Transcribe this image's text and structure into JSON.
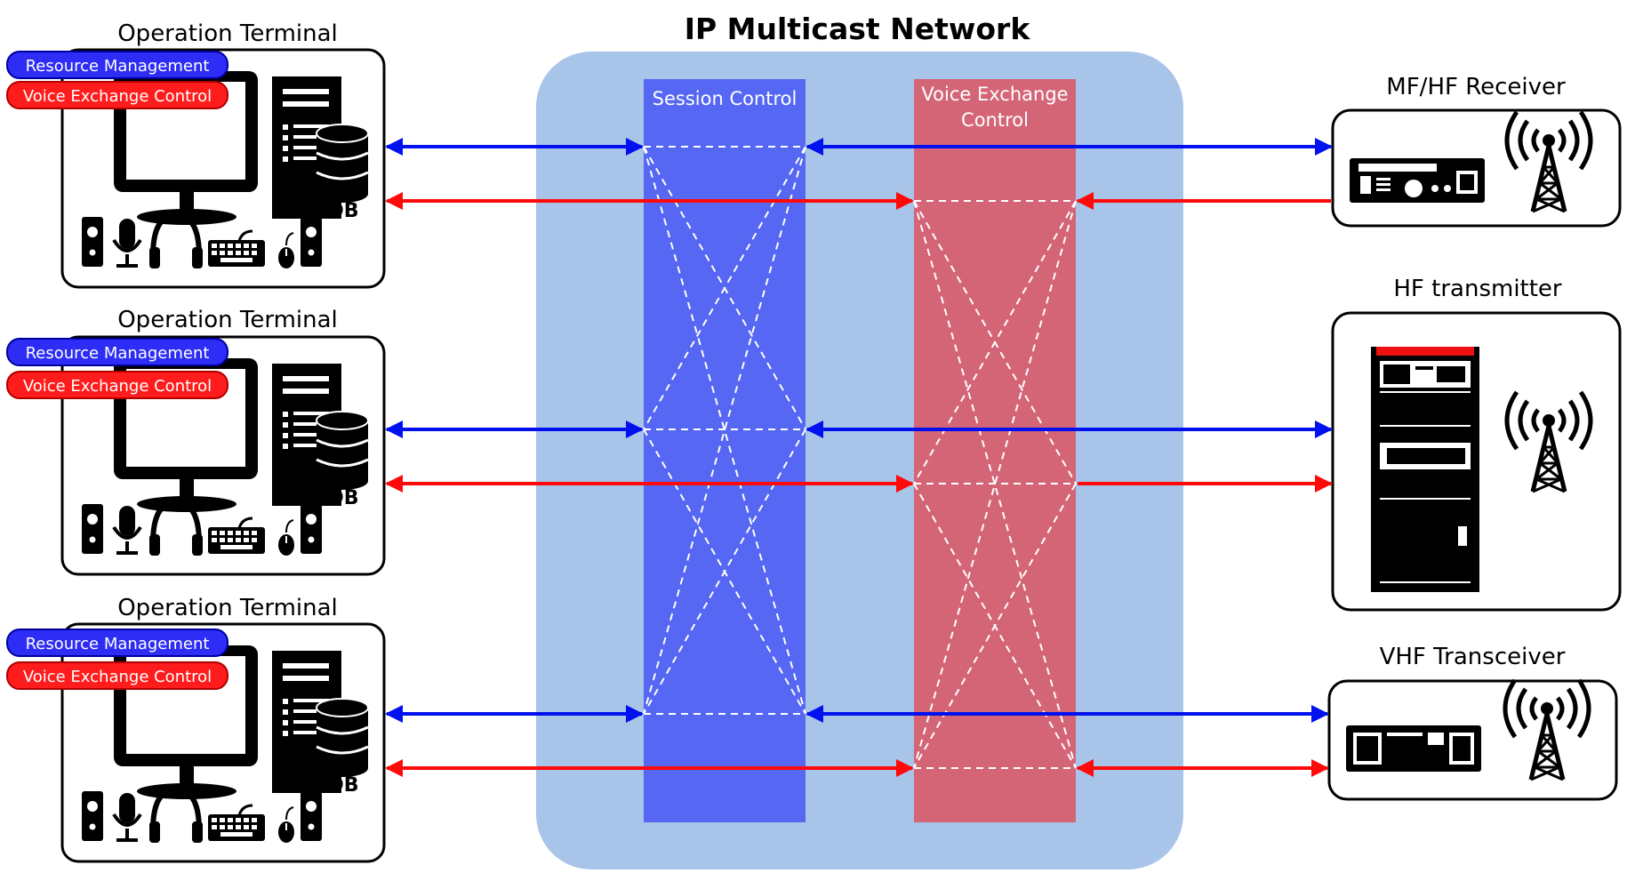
{
  "network": {
    "title": "IP Multicast Network",
    "session_label": "Session Control",
    "voice_label_line1": "Voice Exchange",
    "voice_label_line2": "Control"
  },
  "terminals": [
    {
      "title": "Operation Terminal",
      "resource_label": "Resource Management",
      "voice_label": "Voice Exchange Control",
      "db_label": "DB"
    },
    {
      "title": "Operation Terminal",
      "resource_label": "Resource Management",
      "voice_label": "Voice Exchange Control",
      "db_label": "DB"
    },
    {
      "title": "Operation Terminal",
      "resource_label": "Resource Management",
      "voice_label": "Voice Exchange Control",
      "db_label": "DB"
    }
  ],
  "devices": [
    {
      "title": "MF/HF Receiver"
    },
    {
      "title": "HF transmitter"
    },
    {
      "title": "VHF Transceiver"
    }
  ],
  "colors": {
    "network_bg": "#a9c4e9",
    "session": "#5567f3",
    "voice": "#d46577",
    "blue_arrow": "#0010ee",
    "red_arrow": "#ff0a0a"
  }
}
